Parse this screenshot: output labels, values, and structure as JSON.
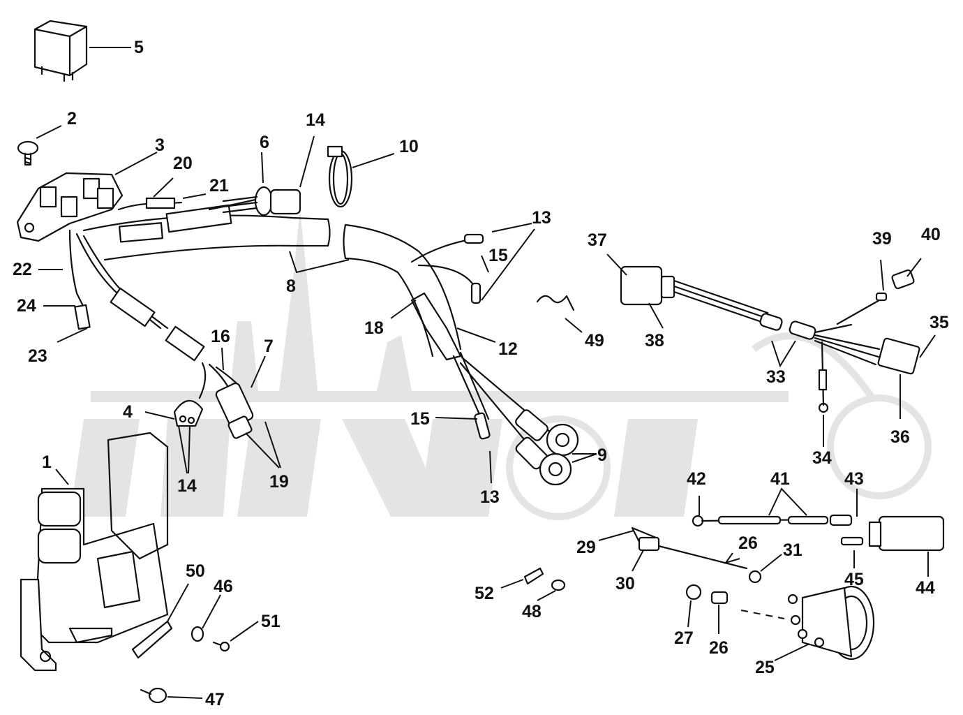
{
  "diagram": {
    "part_numbers": [
      "1",
      "2",
      "3",
      "4",
      "5",
      "6",
      "7",
      "8",
      "9",
      "10",
      "12",
      "13",
      "14",
      "15",
      "16",
      "18",
      "19",
      "20",
      "21",
      "22",
      "23",
      "24",
      "25",
      "26",
      "27",
      "29",
      "30",
      "31",
      "33",
      "34",
      "35",
      "36",
      "37",
      "38",
      "39",
      "40",
      "41",
      "42",
      "43",
      "44",
      "45",
      "46",
      "47",
      "48",
      "49",
      "50",
      "51",
      "52"
    ],
    "callout_labels": [
      "5",
      "2",
      "3",
      "20",
      "21",
      "6",
      "14",
      "10",
      "13",
      "15",
      "22",
      "24",
      "23",
      "8",
      "18",
      "12",
      "49",
      "37",
      "38",
      "39",
      "40",
      "35",
      "33",
      "36",
      "16",
      "7",
      "4",
      "14",
      "19",
      "1",
      "15",
      "13",
      "9",
      "34",
      "42",
      "41",
      "43",
      "29",
      "26",
      "31",
      "30",
      "44",
      "45",
      "52",
      "48",
      "27",
      "26",
      "25",
      "50",
      "46",
      "51",
      "47"
    ]
  }
}
